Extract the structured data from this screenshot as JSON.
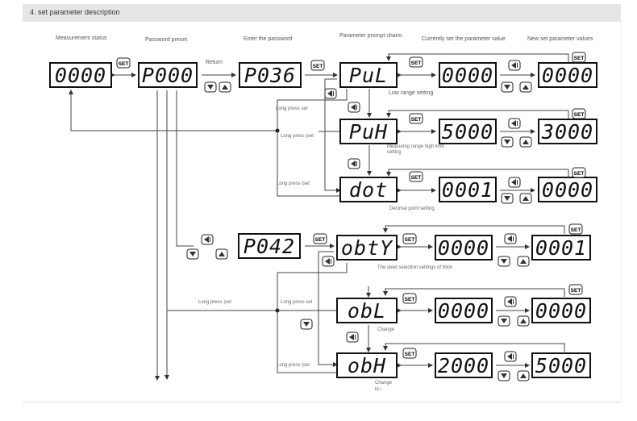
{
  "header": {
    "title": "4. set parameter description"
  },
  "columns": {
    "measurement": "Measurement status",
    "password_preset": "Password preset",
    "enter_password": "Enter the password",
    "prompt": "Parameter prompt charm",
    "current": "Currently set the parameter value",
    "new": "New set parameter values"
  },
  "labels": {
    "return": "Return",
    "low_range": "Low range setting",
    "high_range_1": "Measuring range high limit",
    "high_range_2": "setting",
    "decimal": "Decimal point setting",
    "long_press_1": "Long press set",
    "long_press_2": "Long press |set",
    "long_press_3": "Long press |set",
    "long_press_4": "Long press |set",
    "long_press_5": "Long press set",
    "long_press_6": "Long press |set",
    "obty_note": "The sleet selection settings of thick",
    "change_1": "Change",
    "change_2": "Change",
    "change_3": "to i"
  },
  "buttons": {
    "set": "SET"
  },
  "displays": [
    {
      "id": "measure",
      "text": "0000"
    },
    {
      "id": "p000",
      "text": "P000"
    },
    {
      "id": "p036",
      "text": "P036"
    },
    {
      "id": "pul",
      "text": "PuL"
    },
    {
      "id": "pul-cur",
      "text": "0000"
    },
    {
      "id": "pul-new",
      "text": "0000"
    },
    {
      "id": "puh",
      "text": "PuH"
    },
    {
      "id": "puh-cur",
      "text": "5000"
    },
    {
      "id": "puh-new",
      "text": "3000"
    },
    {
      "id": "dot",
      "text": "dot"
    },
    {
      "id": "dot-cur",
      "text": "0001"
    },
    {
      "id": "dot-new",
      "text": "0000"
    },
    {
      "id": "p042",
      "text": "P042"
    },
    {
      "id": "obty",
      "text": "obtY"
    },
    {
      "id": "obty-cur",
      "text": "0000"
    },
    {
      "id": "obty-new",
      "text": "0001"
    },
    {
      "id": "obl",
      "text": "obL"
    },
    {
      "id": "obl-cur",
      "text": "0000"
    },
    {
      "id": "obl-new",
      "text": "0000"
    },
    {
      "id": "obh",
      "text": "obH"
    },
    {
      "id": "obh-cur",
      "text": "2000"
    },
    {
      "id": "obh-new",
      "text": "5000"
    }
  ]
}
